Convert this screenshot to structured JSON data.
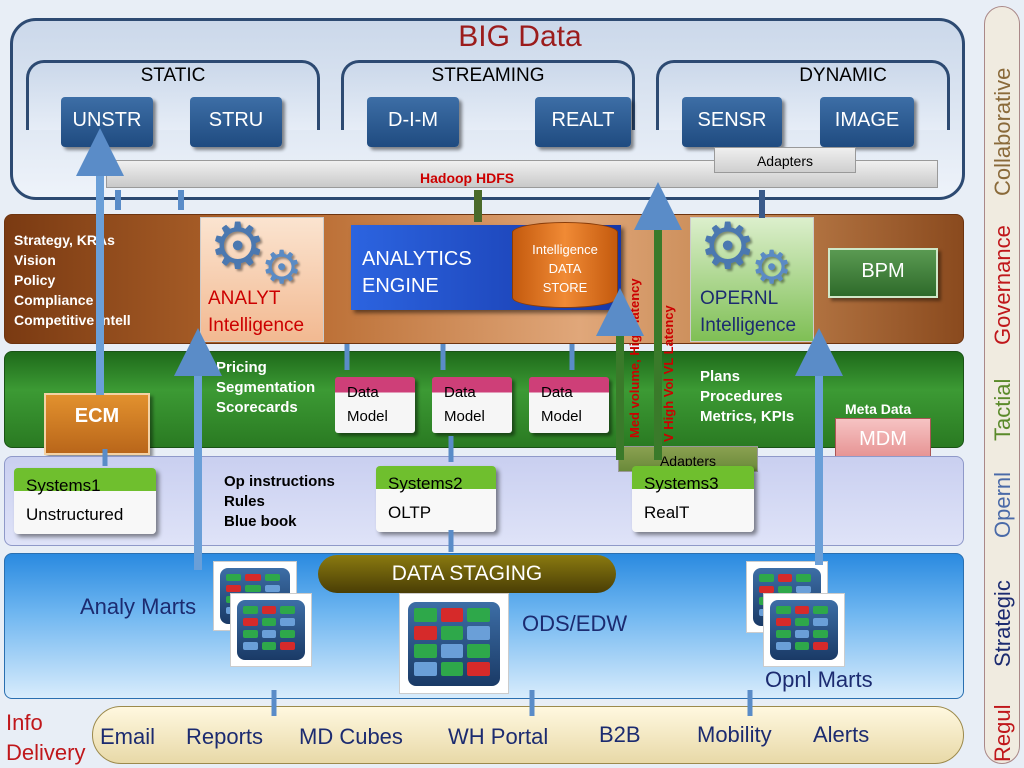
{
  "big_data": {
    "title": "BIG Data",
    "groups": [
      {
        "title": "STATIC",
        "sources": [
          "UNSTR",
          "STRU"
        ]
      },
      {
        "title": "STREAMING",
        "sources": [
          "D-I-M",
          "REALT"
        ]
      },
      {
        "title": "DYNAMIC",
        "sources": [
          "SENSR",
          "IMAGE"
        ]
      }
    ],
    "adapters_label": "Adapters",
    "hdfs_label": "Hadoop  HDFS"
  },
  "governance": {
    "strategy_text": [
      "Strategy,     KRAs",
      "Vision",
      "Policy",
      "Compliance",
      "Competitive Intell"
    ],
    "analyt_label": [
      "ANALYT",
      "Intelligence"
    ],
    "engine_label": [
      "ANALYTICS",
      "ENGINE"
    ],
    "datastore_label": [
      "Intelligence",
      "DATA",
      "STORE"
    ],
    "opernl_label": [
      "OPERNL",
      "Intelligence"
    ],
    "bpm_label": "BPM"
  },
  "tactical": {
    "pricing_text": [
      "Pricing",
      "Segmentation",
      "Scorecards"
    ],
    "models": [
      [
        "Data",
        "Model"
      ],
      [
        "Data",
        "Model"
      ],
      [
        "Data",
        "Model"
      ]
    ],
    "plans_text": [
      "Plans",
      "Procedures",
      "Metrics, KPIs"
    ],
    "ecm_label": "ECM",
    "meta_label": "Meta Data",
    "mdm_label": "MDM",
    "latency_med": "Med volume, High latency",
    "latency_high": "V High Vol VL Latency"
  },
  "operational": {
    "systems": [
      {
        "name": "Systems1",
        "type": "Unstructured"
      },
      {
        "name": "Systems2",
        "type": "OLTP"
      },
      {
        "name": "Systems3",
        "type": "RealT"
      }
    ],
    "op_text": [
      "Op instructions",
      "Rules",
      "Blue book"
    ],
    "adapters_label": "Adapters"
  },
  "strategic": {
    "staging_label": "DATA  STAGING",
    "analy_marts": "Analy Marts",
    "ods_label": "ODS/EDW",
    "opnl_marts": "Opnl Marts"
  },
  "regulatory": {
    "info_label": [
      "Info",
      "Delivery"
    ],
    "items": [
      "Email",
      "Reports",
      "MD Cubes",
      "WH Portal",
      "B2B",
      "Mobility",
      "Alerts"
    ]
  },
  "sidebar": {
    "labels": [
      "Collaborative",
      "Governance",
      "Tactial",
      "Opernl",
      "Strategic",
      "Regul"
    ],
    "colors": [
      "#8a6a3a",
      "#c0171b",
      "#5a8a2a",
      "#4a6aa8",
      "#1c2b70",
      "#c0171b"
    ]
  }
}
